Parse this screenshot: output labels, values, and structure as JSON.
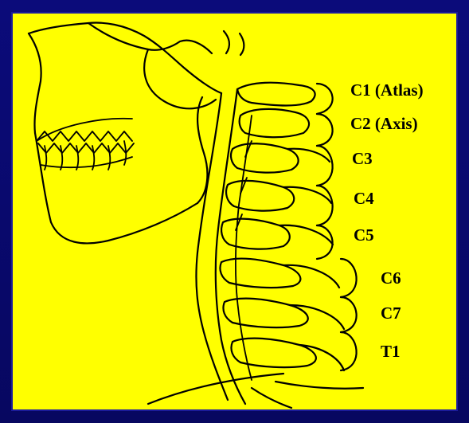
{
  "colors": {
    "background": "#0a0a6e",
    "panel": "#ffff00",
    "ink": "#000000"
  },
  "labels": {
    "c1": "C1 (Atlas)",
    "c2": "C2 (Axis)",
    "c3": "C3",
    "c4": "C4",
    "c5": "C5",
    "c6": "C6",
    "c7": "C7",
    "t1": "T1"
  }
}
